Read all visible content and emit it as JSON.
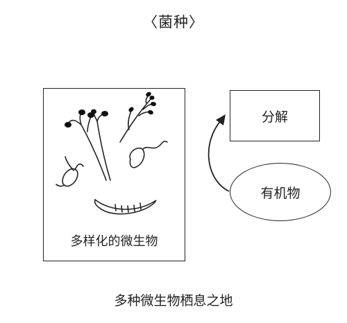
{
  "header": {
    "title": "〈菌种〉"
  },
  "habitat_box": {
    "label": "多样化的微生物"
  },
  "decompose_box": {
    "label": "分解"
  },
  "organic_matter": {
    "label": "有机物"
  },
  "caption": {
    "text": "多种微生物栖息之地"
  },
  "icons": [
    "mold-hyphae-icon",
    "branching-fungus-icon",
    "protozoan-icon",
    "flagellated-cell-icon",
    "bacterium-icon"
  ]
}
